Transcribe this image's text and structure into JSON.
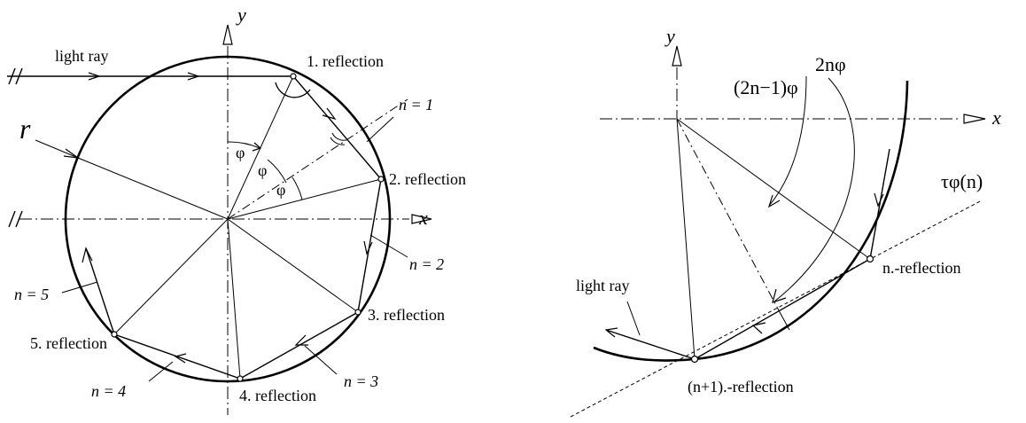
{
  "left": {
    "y_axis": "y",
    "x_axis": "x",
    "radius": "r",
    "light_ray": "light ray",
    "phi": "φ",
    "reflections": [
      "1. reflection",
      "2. reflection",
      "3. reflection",
      "4. reflection",
      "5. reflection"
    ],
    "n_labels": [
      "n = 1",
      "n = 2",
      "n = 3",
      "n = 4",
      "n = 5"
    ]
  },
  "right": {
    "y_axis": "y",
    "x_axis": "x",
    "angle_2n": "2nφ",
    "angle_2n_minus_1": "(2n−1)φ",
    "tangent": "τφ(n)",
    "light_ray": "light ray",
    "n_reflection": "n.-reflection",
    "n1_reflection": "(n+1).-reflection"
  }
}
